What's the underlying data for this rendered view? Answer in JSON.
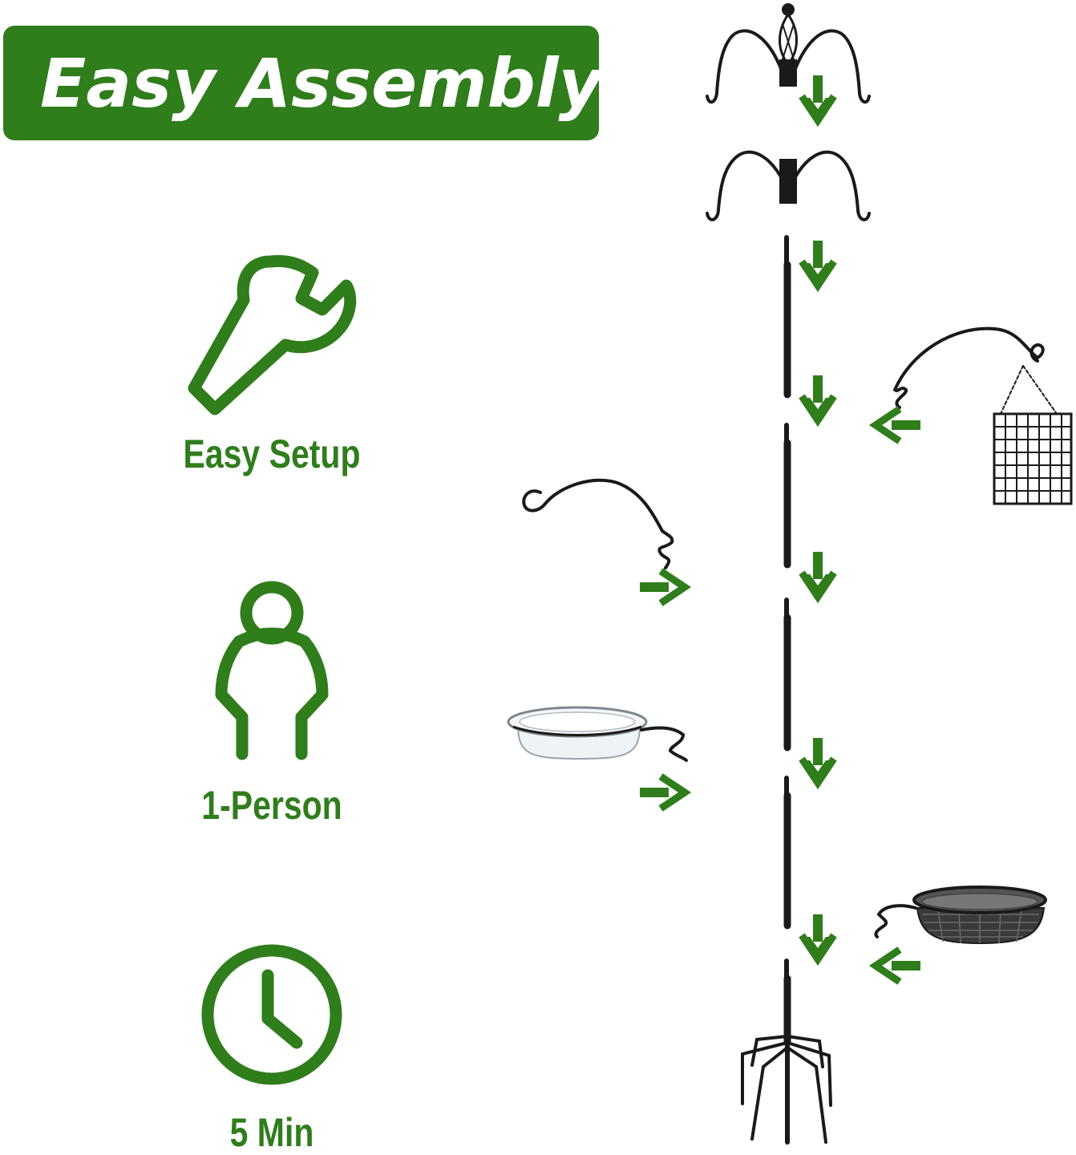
{
  "banner": {
    "title": "Easy Assembly"
  },
  "features": [
    {
      "label": "Easy Setup",
      "icon": "wrench-icon"
    },
    {
      "label": "1-Person",
      "icon": "person-icon"
    },
    {
      "label": "5 Min",
      "icon": "clock-icon"
    }
  ],
  "diagram": {
    "parts": [
      "top-hook-crown",
      "top-hook",
      "pole-segment",
      "pole-segment",
      "pole-segment",
      "pole-segment",
      "pole-stake-base",
      "suet-cage-feeder-hook",
      "plant-hanger-hook",
      "clear-water-tray",
      "mesh-seed-tray"
    ]
  },
  "colors": {
    "accent": "#2f7d1b",
    "white": "#ffffff",
    "metal": "#1a1a1a"
  }
}
